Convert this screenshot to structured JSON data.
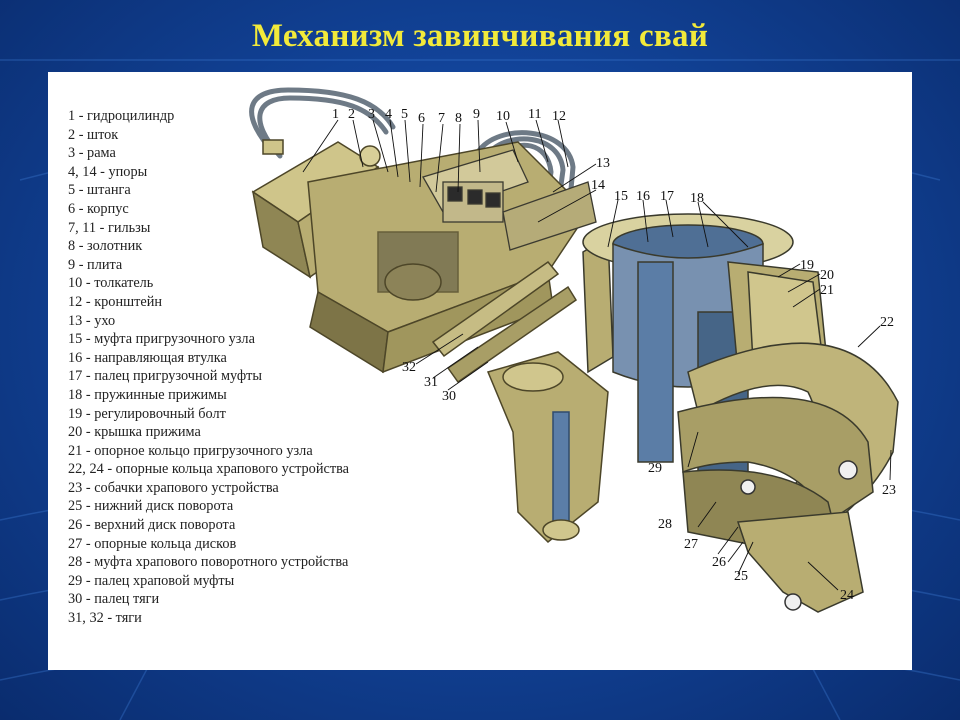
{
  "slide": {
    "title": "Механизм завинчивания свай"
  },
  "legend": [
    "1 - гидроцилиндр",
    "2 - шток",
    "3 - рама",
    "4, 14 - упоры",
    "5 - штанга",
    "6 - корпус",
    "7, 11 - гильзы",
    "8 - золотник",
    "9 - плита",
    "10 - толкатель",
    "12 - кронштейн",
    "13 - ухо",
    "15 - муфта пригрузочного узла",
    "16 - направляющая втулка",
    "17 - палец пригрузочной муфты",
    "18 - пружинные прижимы",
    "19 - регулировочный болт",
    "20 - крышка прижима",
    "21 - опорное кольцо пригрузочного узла",
    "22, 24 - опорные кольца храпового устройства",
    "23 - собачки храпового устройства",
    "25 - нижний диск поворота",
    "26 - верхний диск поворота",
    "27 - опорные кольца дисков",
    "28 - муфта храпового поворотного устройства",
    "29 - палец храповой муфты",
    "30 - палец тяги",
    "31, 32 - тяги"
  ],
  "callouts": {
    "c1": "1",
    "c2": "2",
    "c3": "3",
    "c4": "4",
    "c5": "5",
    "c6": "6",
    "c7": "7",
    "c8": "8",
    "c9": "9",
    "c10": "10",
    "c11": "11",
    "c12": "12",
    "c13": "13",
    "c14": "14",
    "c15": "15",
    "c16": "16",
    "c17": "17",
    "c18": "18",
    "c19": "19",
    "c20": "20",
    "c21": "21",
    "c22": "22",
    "c23": "23",
    "c24": "24",
    "c25": "25",
    "c26": "26",
    "c27": "27",
    "c28": "28",
    "c29": "29",
    "c30": "30",
    "c31": "31",
    "c32": "32"
  },
  "colors": {
    "title": "#f2ea3a",
    "background": "#12449a",
    "machine_body": "#b8ad72",
    "machine_shadow": "#7d7447",
    "ring_inner": "#4f6f95"
  }
}
